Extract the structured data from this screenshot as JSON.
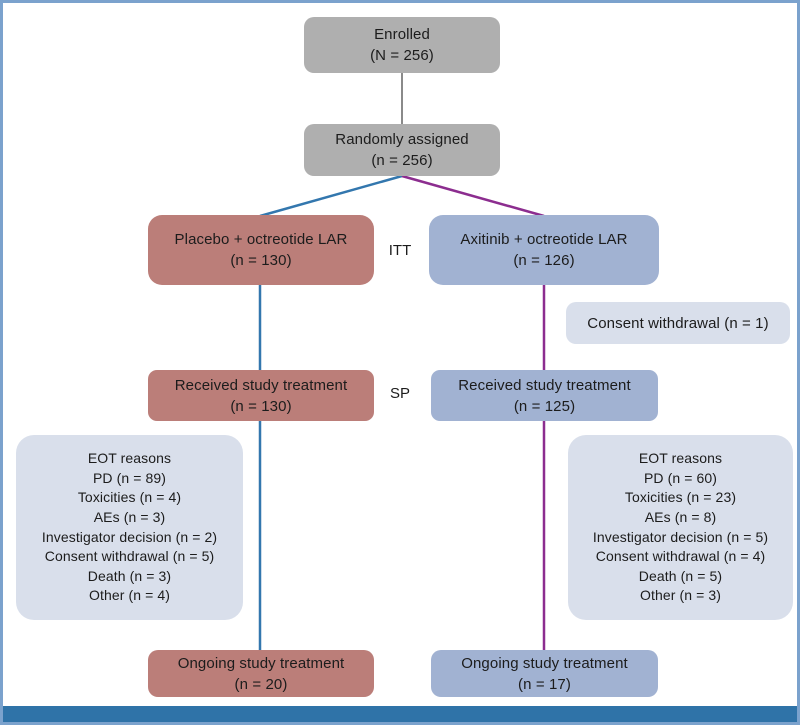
{
  "diagram_type": "clinical-trial-consort-flowchart",
  "colors": {
    "gray_box": "#afafaf",
    "red_box": "#bb7e79",
    "blue_box": "#a1b2d2",
    "lavender_box": "#d9dfeb",
    "gray_line": "#8a8a8a",
    "blue_line": "#3377ae",
    "purple_line": "#8c2d8f",
    "bottom_bar": "#2f73a8",
    "frame_border": "#7ba2cd",
    "text": "#1c1c1c"
  },
  "nodes": {
    "enrolled": {
      "line1": "Enrolled",
      "line2": "(N = 256)"
    },
    "randomized": {
      "line1": "Randomly assigned",
      "line2": "(n = 256)"
    },
    "placebo_itt": {
      "line1": "Placebo + octreotide LAR",
      "line2": "(n = 130)"
    },
    "axitinib_itt": {
      "line1": "Axitinib + octreotide LAR",
      "line2": "(n = 126)"
    },
    "consent_withdrawal": {
      "line1": "Consent withdrawal (n = 1)"
    },
    "placebo_sp": {
      "line1": "Received study treatment",
      "line2": "(n = 130)"
    },
    "axitinib_sp": {
      "line1": "Received study treatment",
      "line2": "(n = 125)"
    },
    "eot_left": {
      "lines": [
        "EOT reasons",
        "PD (n = 89)",
        "Toxicities (n = 4)",
        "AEs (n = 3)",
        "Investigator decision (n = 2)",
        "Consent withdrawal (n = 5)",
        "Death (n = 3)",
        "Other (n = 4)"
      ]
    },
    "eot_right": {
      "lines": [
        "EOT reasons",
        "PD (n = 60)",
        "Toxicities (n = 23)",
        "AEs (n = 8)",
        "Investigator decision (n = 5)",
        "Consent withdrawal (n = 4)",
        "Death (n = 5)",
        "Other (n = 3)"
      ]
    },
    "ongoing_left": {
      "line1": "Ongoing study treatment",
      "line2": "(n = 20)"
    },
    "ongoing_right": {
      "line1": "Ongoing study treatment",
      "line2": "(n = 17)"
    }
  },
  "labels": {
    "itt": "ITT",
    "sp": "SP"
  }
}
